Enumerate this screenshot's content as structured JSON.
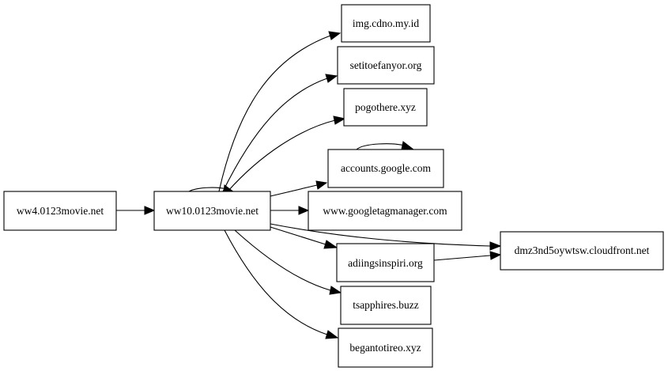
{
  "graph": {
    "nodes": [
      {
        "id": "n_ww4",
        "label": "ww4.0123movie.net"
      },
      {
        "id": "n_ww10",
        "label": "ww10.0123movie.net"
      },
      {
        "id": "n_img",
        "label": "img.cdno.my.id"
      },
      {
        "id": "n_seti",
        "label": "setitoefanyor.org"
      },
      {
        "id": "n_pogo",
        "label": "pogothere.xyz"
      },
      {
        "id": "n_acct",
        "label": "accounts.google.com"
      },
      {
        "id": "n_gtm",
        "label": "www.googletagmanager.com"
      },
      {
        "id": "n_cf",
        "label": "dmz3nd5oywtsw.cloudfront.net"
      },
      {
        "id": "n_adi",
        "label": "adiingsinspiri.org"
      },
      {
        "id": "n_tsap",
        "label": "tsapphires.buzz"
      },
      {
        "id": "n_bega",
        "label": "begantotireo.xyz"
      }
    ],
    "edges": [
      {
        "from": "ww4.0123movie.net",
        "to": "ww10.0123movie.net"
      },
      {
        "from": "ww10.0123movie.net",
        "to": "ww10.0123movie.net"
      },
      {
        "from": "ww10.0123movie.net",
        "to": "img.cdno.my.id"
      },
      {
        "from": "ww10.0123movie.net",
        "to": "setitoefanyor.org"
      },
      {
        "from": "ww10.0123movie.net",
        "to": "pogothere.xyz"
      },
      {
        "from": "ww10.0123movie.net",
        "to": "accounts.google.com"
      },
      {
        "from": "accounts.google.com",
        "to": "accounts.google.com"
      },
      {
        "from": "ww10.0123movie.net",
        "to": "www.googletagmanager.com"
      },
      {
        "from": "ww10.0123movie.net",
        "to": "dmz3nd5oywtsw.cloudfront.net"
      },
      {
        "from": "ww10.0123movie.net",
        "to": "adiingsinspiri.org"
      },
      {
        "from": "adiingsinspiri.org",
        "to": "dmz3nd5oywtsw.cloudfront.net"
      },
      {
        "from": "ww10.0123movie.net",
        "to": "tsapphires.buzz"
      },
      {
        "from": "ww10.0123movie.net",
        "to": "begantotireo.xyz"
      }
    ]
  },
  "colors": {
    "background": "#ffffff",
    "stroke": "#000000",
    "text": "#000000"
  }
}
